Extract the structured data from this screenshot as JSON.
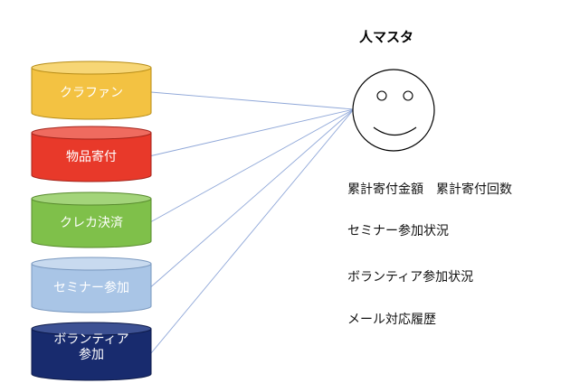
{
  "title": "人マスタ",
  "databases": [
    {
      "label": "クラファン",
      "fill": "#f3c242",
      "top": "#f7d675",
      "stroke": "#b78c16",
      "text": "#ffffff"
    },
    {
      "label": "物品寄付",
      "fill": "#e8392a",
      "top": "#ef6b5f",
      "stroke": "#a3231a",
      "text": "#ffffff"
    },
    {
      "label": "クレカ決済",
      "fill": "#7fc04a",
      "top": "#a3d47a",
      "stroke": "#578a2c",
      "text": "#ffffff"
    },
    {
      "label": "セミナー参加",
      "fill": "#a9c5e6",
      "top": "#c8daef",
      "stroke": "#7897be",
      "text": "#ffffff"
    },
    {
      "label": "ボランティア参加",
      "fill": "#182b6e",
      "top": "#3d5193",
      "stroke": "#0d1a4a",
      "text": "#ffffff"
    }
  ],
  "attributes": [
    "累計寄付金額　累計寄付回数",
    "セミナー参加状況",
    "ボランティア参加状況",
    "メール対応履歴"
  ],
  "line_color": "#8fa7d8"
}
